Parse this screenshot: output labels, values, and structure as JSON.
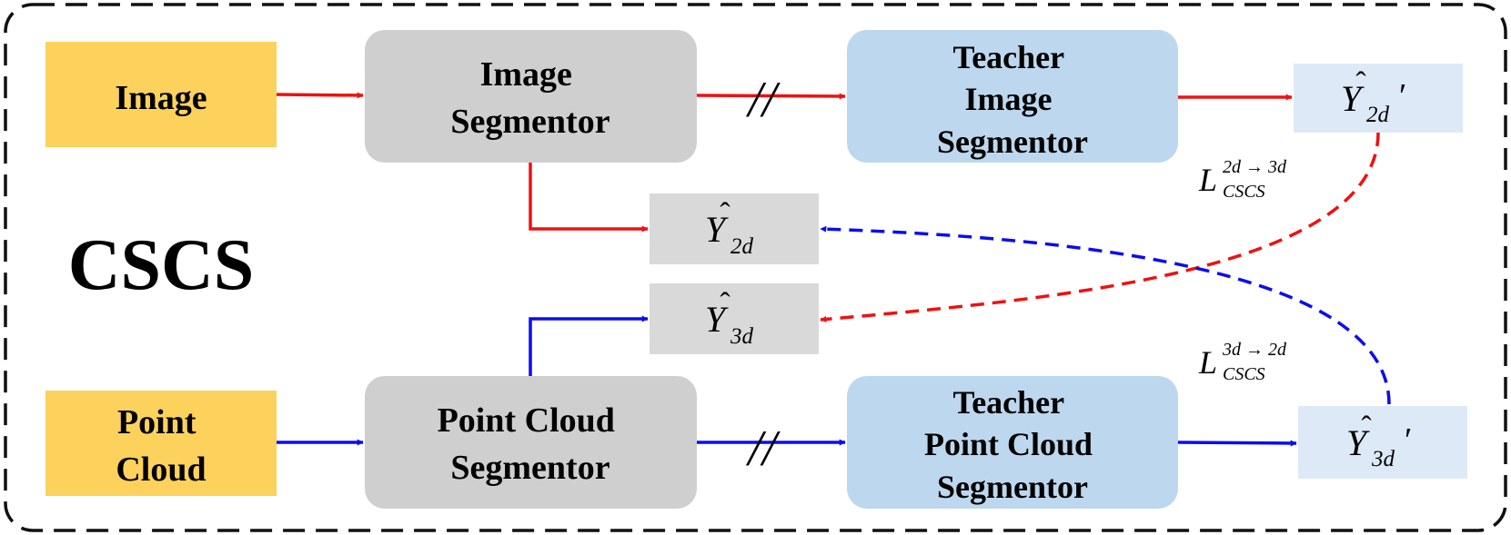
{
  "title": "CSCS",
  "colors": {
    "input_box": "#fcd25c",
    "segmentor_box": "#d0cfd0",
    "teacher_box": "#bdd7ee",
    "teacher_output_box": "#dde9f6",
    "prediction_box": "#d9d9d9",
    "image_flow": "#f01010",
    "point_flow": "#0c0cf0",
    "frame": "#111111"
  },
  "image_branch": {
    "input_lines": [
      "Image"
    ],
    "segmentor_lines": [
      "Image",
      "Segmentor"
    ],
    "teacher_lines": [
      "Teacher",
      "Image",
      "Segmentor"
    ],
    "teacher_output": {
      "symbol": "Y",
      "subscript": "2d",
      "prime": "′"
    },
    "prediction": {
      "symbol": "Y",
      "subscript": "2d"
    }
  },
  "point_branch": {
    "input_lines": [
      "Point",
      "Cloud"
    ],
    "segmentor_lines": [
      "Point Cloud",
      "Segmentor"
    ],
    "teacher_lines": [
      "Teacher",
      "Point Cloud",
      "Segmentor"
    ],
    "teacher_output": {
      "symbol": "Y",
      "subscript": "3d",
      "prime": "′"
    },
    "prediction": {
      "symbol": "Y",
      "subscript": "3d"
    }
  },
  "losses": {
    "image_to_point": {
      "symbol": "L",
      "superscript": "2d → 3d",
      "subscript": "CSCS"
    },
    "point_to_image": {
      "symbol": "L",
      "superscript": "3d → 2d",
      "subscript": "CSCS"
    }
  },
  "stop_gradient_mark": "//",
  "hat_mark": "ˆ"
}
